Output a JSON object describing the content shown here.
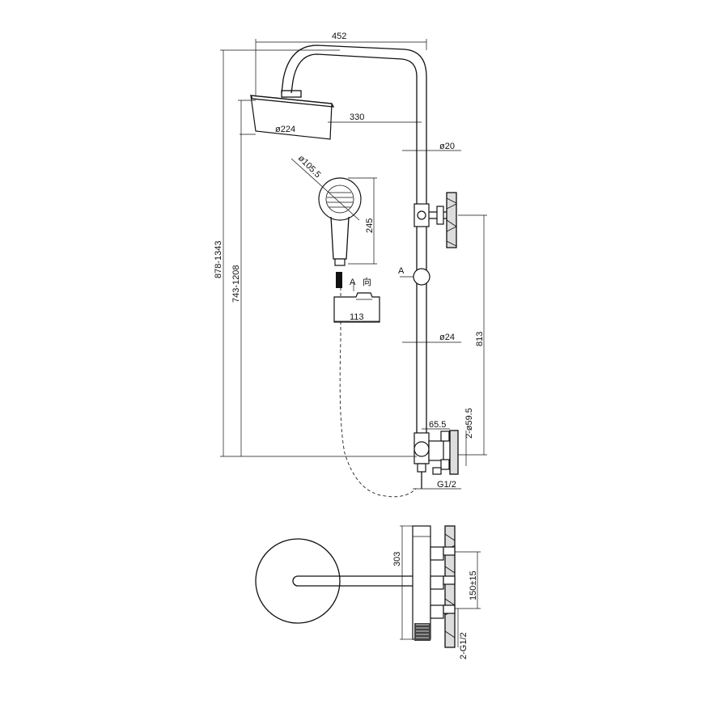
{
  "dimensions": {
    "overall_width": "452",
    "arm_reach": "330",
    "head_diameter": "ø224",
    "pipe_top_diameter": "ø20",
    "pipe_bottom_diameter": "ø24",
    "hand_shower_diameter": "ø105.5",
    "hand_shower_length": "245",
    "holder_width": "113",
    "total_height": "878-1343",
    "rail_height": "743-1208",
    "bracket_spacing": "813",
    "mixer_offset": "65.5",
    "mixer_cover": "2-ø59.5",
    "inlet_thread": "G1/2",
    "mixer_body_height": "303",
    "inlet_centers": "150±15",
    "inlet_threads": "2-G1/2"
  },
  "labels": {
    "view_a": "A",
    "view_a_marker": "A",
    "view_a_dir": "向"
  }
}
